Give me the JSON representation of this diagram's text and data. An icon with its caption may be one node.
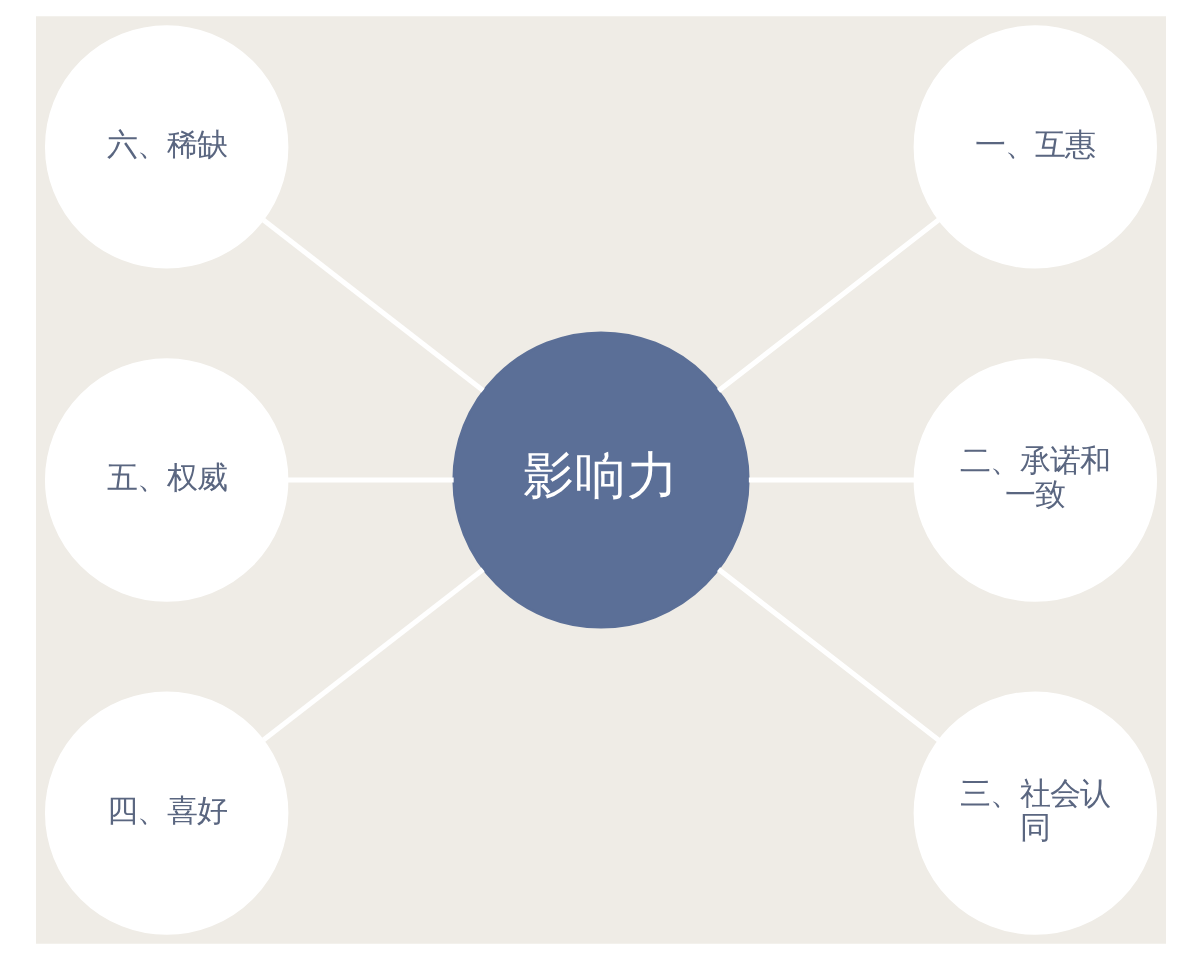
{
  "diagram": {
    "nodes": [
      {
        "text": [
          "六、稀缺"
        ]
      },
      {
        "text": [
          "一、互惠"
        ]
      },
      {
        "text": [
          "五、权威"
        ]
      },
      {
        "text": [
          "影响力"
        ]
      },
      {
        "text": [
          "二、承诺和一致"
        ]
      },
      {
        "text": [
          "四、喜好"
        ]
      },
      {
        "text": [
          "三、社会认同"
        ]
      }
    ],
    "edges": [
      {
        "from": 0,
        "to": 3,
        "arrow": "none"
      },
      {
        "from": 2,
        "to": 3,
        "arrow": "none"
      },
      {
        "from": 5,
        "to": 3,
        "arrow": "none"
      },
      {
        "from": 3,
        "to": 1,
        "arrow": "none"
      },
      {
        "from": 3,
        "to": 4,
        "arrow": "none"
      },
      {
        "from": 3,
        "to": 6,
        "arrow": "none"
      }
    ]
  }
}
